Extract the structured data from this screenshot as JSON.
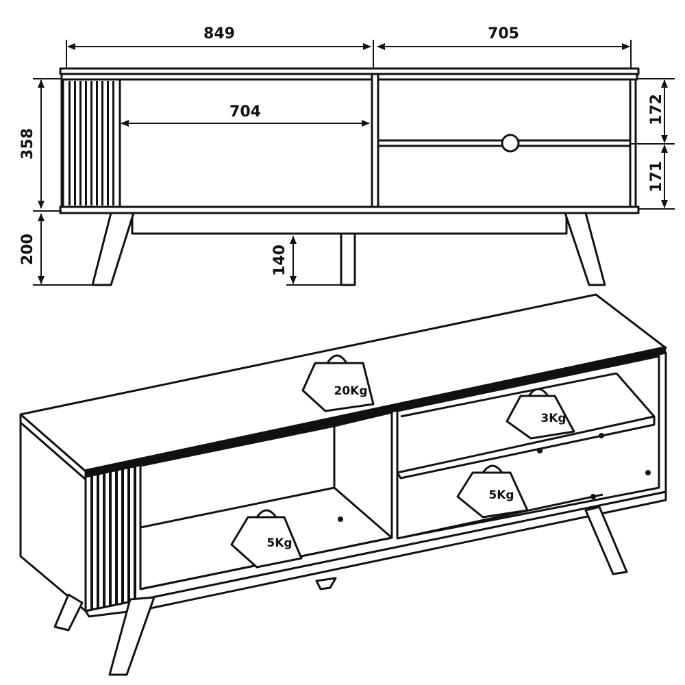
{
  "front_view": {
    "dimensions": {
      "left_width": "849",
      "right_width": "705",
      "inner_width": "704",
      "body_height": "358",
      "leg_height": "200",
      "middle_leg_height": "140",
      "upper_shelf_height": "172",
      "lower_shelf_height": "171"
    }
  },
  "perspective_view": {
    "weights": [
      "20Kg",
      "3Kg",
      "5Kg",
      "5Kg"
    ]
  }
}
